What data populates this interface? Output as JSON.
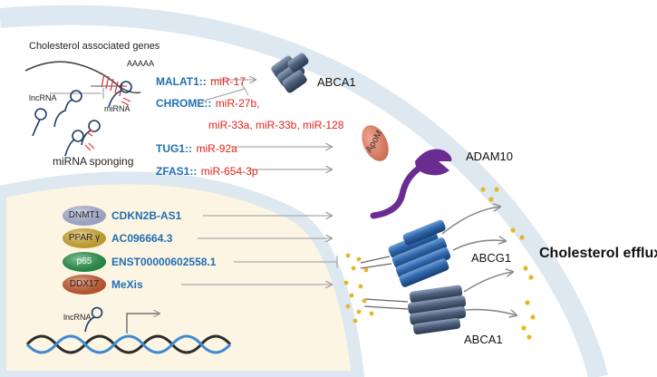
{
  "labels": {
    "cholesterol_genes": "Cholesterol associated genes",
    "poly_a": "AAAAA",
    "lncrna_top": "lncRNA",
    "mirna": "miRNA",
    "mirna_sponging": "miRNA sponging",
    "abca1_top": "ABCA1",
    "apom": "ApoM",
    "adam10": "ADAM10",
    "abcg1": "ABCG1",
    "abca1_bottom": "ABCA1",
    "cholesterol_efflux": "Cholesterol efflux",
    "lncrna_bottom": "lncRNA"
  },
  "sponges": [
    {
      "lnc": "MALAT1",
      "sep": "::",
      "mir": "miR-17"
    },
    {
      "lnc": "CHROME",
      "sep": "::",
      "mir": "miR-27b,",
      "mir2": "miR-33a, miR-33b, miR-128"
    },
    {
      "lnc": "TUG1",
      "sep": "::",
      "mir": "miR-92a"
    },
    {
      "lnc": "ZFAS1",
      "sep": "::",
      "mir": "miR-654-3p"
    }
  ],
  "nuclear": [
    {
      "factor": "DNMT1",
      "lnc": "CDKN2B-AS1"
    },
    {
      "factor": "PPAR γ",
      "lnc": "AC096664.3"
    },
    {
      "factor": "p65",
      "lnc": "ENST00000602558.1"
    },
    {
      "factor": "DDX17",
      "lnc": "MeXis"
    }
  ],
  "colors": {
    "lncrna_text": "#1f6fb3",
    "mirna_text": "#e0231c",
    "transporter": "#2e5f9e",
    "abca1_transporter": "#4a5c78",
    "adam10": "#6a2c91",
    "apom": "#d9826b",
    "cholesterol": "#e5b62a",
    "nucleus": "#fdf5e3",
    "membrane": "#dde8f1",
    "dnmt1": "#b7c0e6",
    "ppar": "#e3b52b",
    "p65": "#1e9b47",
    "ddx17": "#d45a2a"
  }
}
